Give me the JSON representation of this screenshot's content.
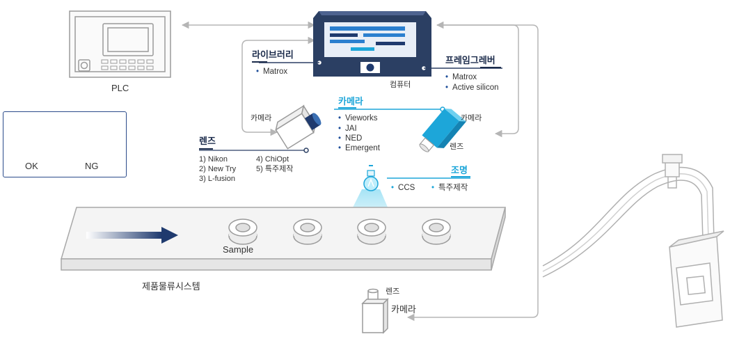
{
  "plc": {
    "label": "PLC"
  },
  "computer": {
    "label": "컴퓨터"
  },
  "library": {
    "title": "라이브러리",
    "items": [
      "Matrox"
    ]
  },
  "framegrabber": {
    "title": "프레임그레버",
    "items": [
      "Matrox",
      "Active silicon"
    ]
  },
  "camera_section": {
    "title": "카메라",
    "items": [
      "Vieworks",
      "JAI",
      "NED",
      "Emergent"
    ]
  },
  "camera_left_label": "카메라",
  "camera_right_label": "카메라",
  "lens_right_label": "렌즈",
  "lens_section": {
    "title": "렌즈",
    "col1": [
      "1) Nikon",
      "2) New Try",
      "3) L-fusion"
    ],
    "col2": [
      "4) ChiOpt",
      "5) 특주제작"
    ]
  },
  "lighting": {
    "title": "조명",
    "items": [
      "CCS",
      "특주제작"
    ]
  },
  "okng": {
    "ok": "OK",
    "ng": "NG"
  },
  "conveyor": {
    "sample_label": "Sample",
    "system_label": "제품물류시스템"
  },
  "bottom_camera": {
    "lens": "렌즈",
    "camera": "카메라"
  },
  "colors": {
    "navy": "#1f3a6e",
    "accent": "#1da6d9",
    "panel": "#2b3f63",
    "grey": "#bdbdbd"
  }
}
